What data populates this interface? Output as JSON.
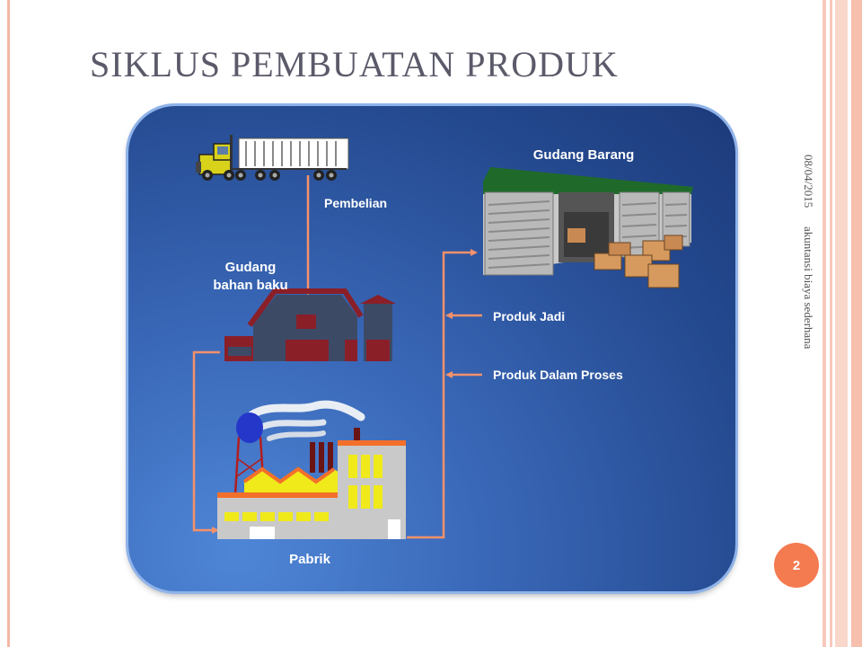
{
  "slide": {
    "title": "SIKLUS PEMBUATAN PRODUK",
    "date": "08/04/2015",
    "footer": "akuntansi biaya sederhana",
    "page_number": "2"
  },
  "diagram": {
    "warehouse_goods_label": "Gudang Barang",
    "purchase_label": "Pembelian",
    "raw_warehouse_line1": "Gudang",
    "raw_warehouse_line2": "bahan baku",
    "finished_goods_label": "Produk Jadi",
    "wip_label": "Produk Dalam Proses",
    "factory_label": "Pabrik"
  },
  "colors": {
    "panel": "#2a55a2",
    "arrow": "#f4916b",
    "accent": "#f47a50"
  }
}
